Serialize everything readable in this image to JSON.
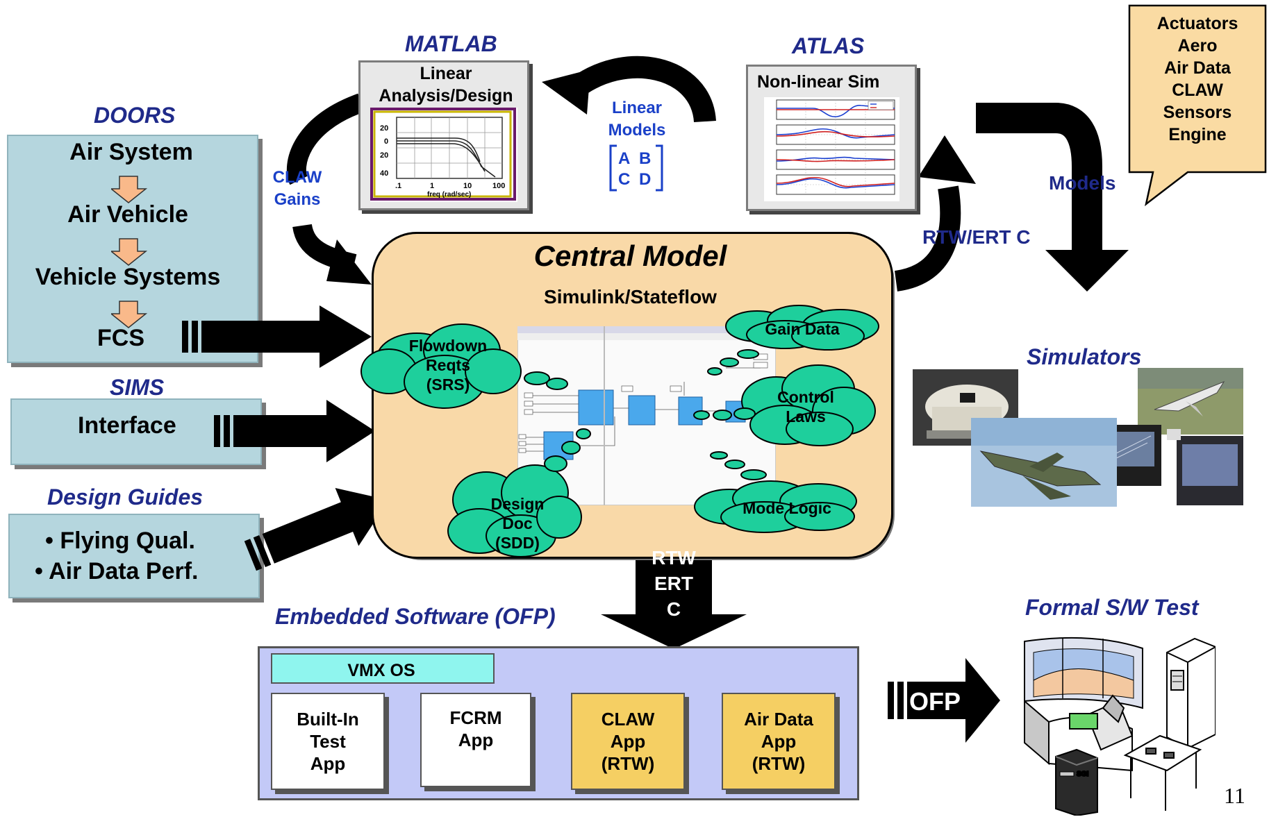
{
  "doors": {
    "heading": "DOORS",
    "items": [
      "Air System",
      "Air Vehicle",
      "Vehicle Systems",
      "FCS"
    ]
  },
  "sims": {
    "heading": "SIMS",
    "item": "Interface"
  },
  "design_guides": {
    "heading": "Design Guides",
    "bullets": [
      "Flying Qual.",
      "Air Data Perf."
    ]
  },
  "matlab": {
    "heading": "MATLAB",
    "box_title": "Linear Analysis/Design",
    "plot_y_ticks": [
      "20",
      "0",
      "20",
      "40"
    ],
    "plot_x_ticks": [
      ".1",
      "1",
      "10",
      "100"
    ],
    "plot_xlabel": "freq (rad/sec)"
  },
  "atlas": {
    "heading": "ATLAS",
    "box_title": "Non-linear Sim"
  },
  "claw_gains": "CLAW\nGains",
  "linear_models": {
    "label": "Linear\nModels",
    "matrix": [
      "A",
      "B",
      "C",
      "D"
    ]
  },
  "models_label": "Models",
  "callout": {
    "items": [
      "Actuators",
      "Aero",
      "Air Data",
      "CLAW",
      "Sensors",
      "Engine"
    ]
  },
  "rtw_ert_c_label": "RTW/ERT C",
  "central_model": {
    "title": "Central Model",
    "subtitle": "Simulink/Stateflow",
    "clouds": {
      "flowdown": "Flowdown\nReqts\n(SRS)",
      "gain_data": "Gain Data",
      "control_laws": "Control\nLaws",
      "design_doc": "Design\nDoc\n(SDD)",
      "mode_logic": "Mode Logic"
    }
  },
  "rtw_down_arrow": "RTW\nERT\nC",
  "simulators": {
    "heading": "Simulators"
  },
  "embedded": {
    "heading": "Embedded Software (OFP)",
    "os_label": "VMX OS",
    "apps": [
      "Built-In\nTest\nApp",
      "FCRM\nApp",
      "CLAW\nApp\n(RTW)",
      "Air Data\nApp\n(RTW)"
    ]
  },
  "ofp_arrow": "OFP",
  "formal_test": {
    "heading": "Formal S/W Test",
    "server_label": "SGI"
  },
  "page_number": "11",
  "colors": {
    "heading_blue": "#1f2a8a",
    "label_blue": "#1a40c8",
    "panel_teal": "#b5d6de",
    "central_fill": "#f9d9a8",
    "cloud_green": "#1ecf9c",
    "callout_fill": "#fadba3",
    "embedded_fill": "#c3c9f7",
    "os_fill": "#8ff5ee",
    "app_yellow": "#f5cf63",
    "down_arrow_orange": "#f9b98a"
  }
}
